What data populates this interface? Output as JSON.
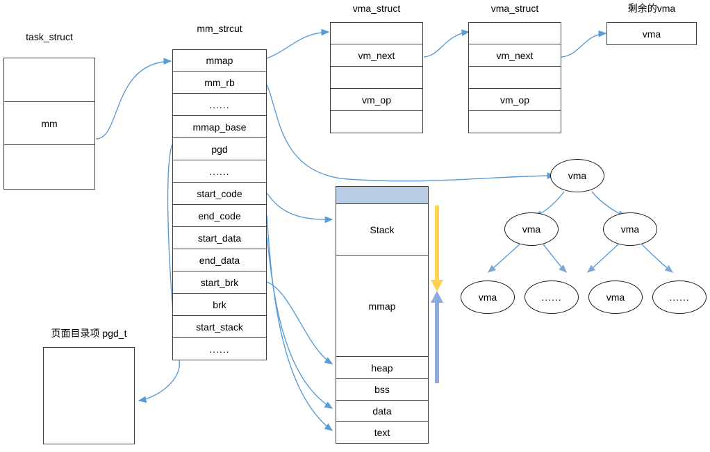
{
  "diagram": {
    "title_task_struct": "task_struct",
    "title_mm_struct": "mm_strcut",
    "title_vma_struct_1": "vma_struct",
    "title_vma_struct_2": "vma_struct",
    "title_remaining_vma": "剩余的vma",
    "title_pgd": "页面目录项 pgd_t"
  },
  "task_struct": {
    "rows": [
      "",
      "mm",
      ""
    ]
  },
  "mm_struct": {
    "rows": [
      "mmap",
      "mm_rb",
      "......",
      "mmap_base",
      "pgd",
      "......",
      "start_code",
      "end_code",
      "start_data",
      "end_data",
      "start_brk",
      "brk",
      "start_stack",
      "......"
    ]
  },
  "vma_struct_1": {
    "rows": [
      "",
      "vm_next",
      "",
      "vm_op",
      ""
    ]
  },
  "vma_struct_2": {
    "rows": [
      "",
      "vm_next",
      "",
      "vm_op",
      ""
    ]
  },
  "remaining_vma": {
    "label": "vma"
  },
  "memory_layout": {
    "rows": [
      {
        "label": "",
        "fill": "#b8cce4"
      },
      {
        "label": "Stack",
        "fill": "#ffffff"
      },
      {
        "label": "mmap",
        "fill": "#ffffff"
      },
      {
        "label": "heap",
        "fill": "#ffffff"
      },
      {
        "label": "bss",
        "fill": "#ffffff"
      },
      {
        "label": "data",
        "fill": "#ffffff"
      },
      {
        "label": "text",
        "fill": "#ffffff"
      }
    ]
  },
  "vma_tree": {
    "root": "vma",
    "level2": [
      "vma",
      "vma"
    ],
    "level3": [
      "vma",
      "......",
      "vma",
      "......"
    ]
  },
  "arrows": {
    "down_arrow_color": "#ffd24d",
    "up_arrow_color": "#8faadc",
    "connector_color": "#5b9bd5"
  },
  "colors": {
    "border": "#3f3f3f",
    "fill_blue": "#b8cce4",
    "accent": "#5b9bd5"
  }
}
